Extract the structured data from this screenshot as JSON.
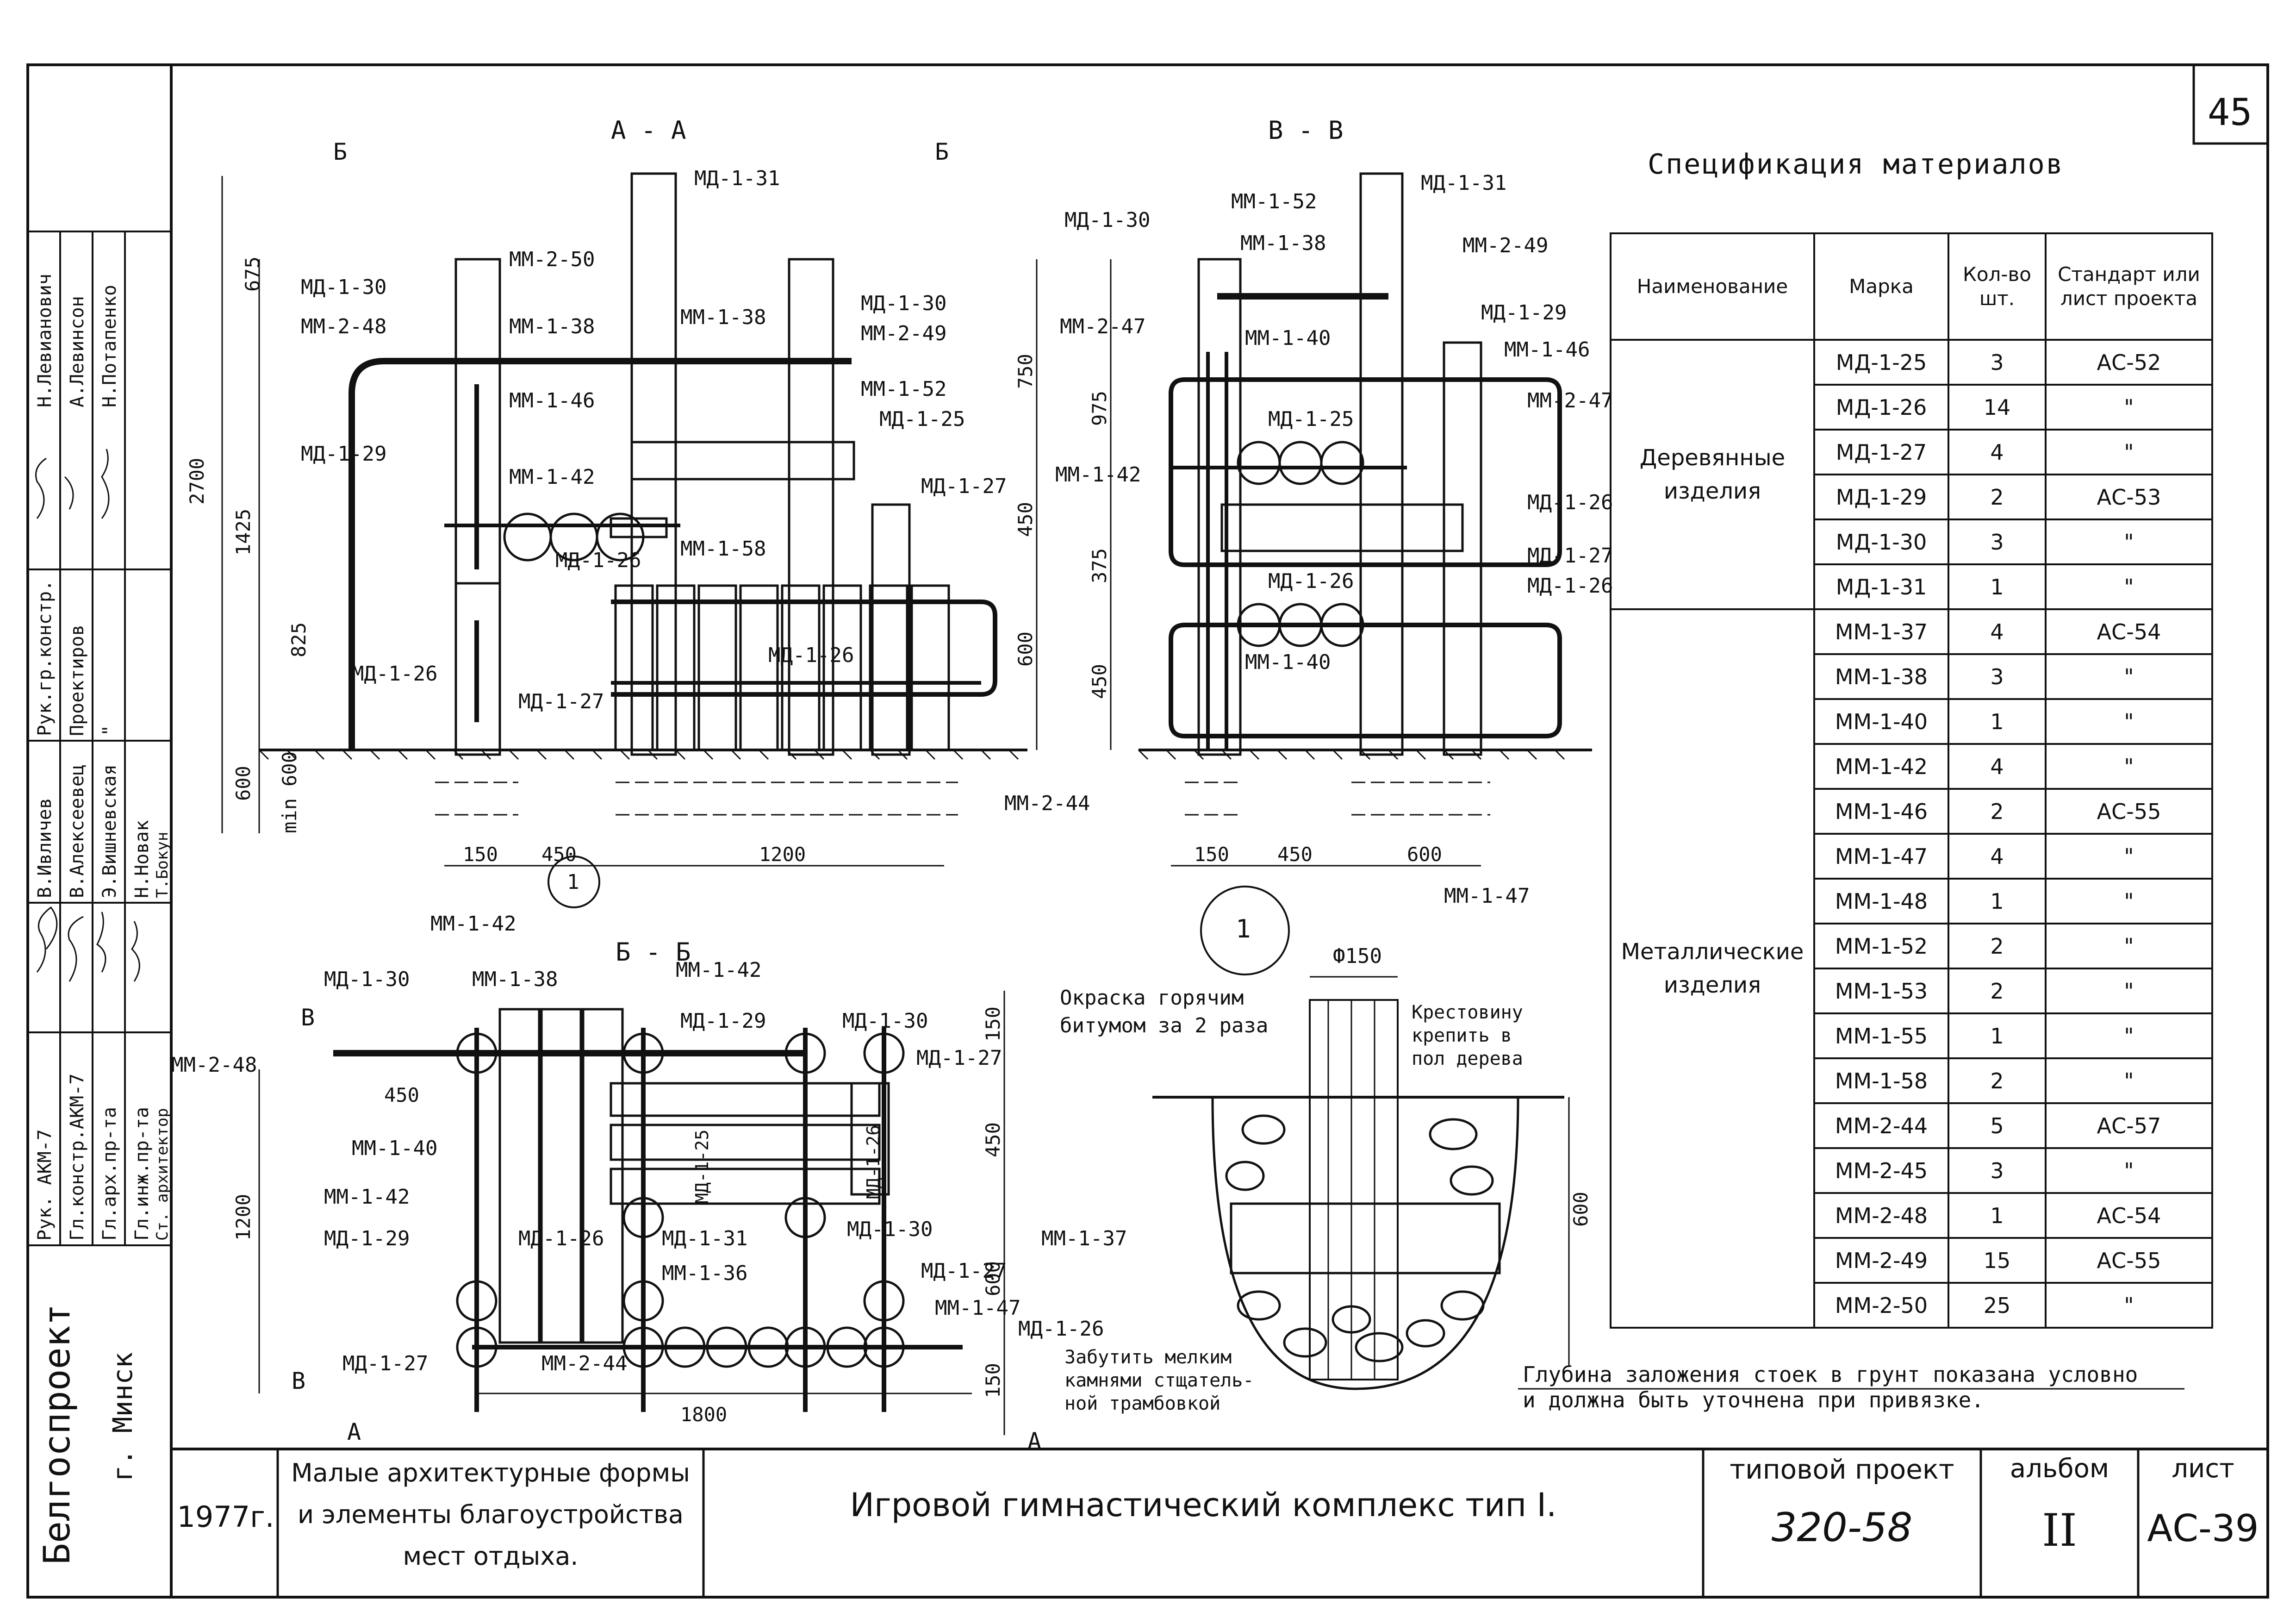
{
  "sheet_number": "45",
  "sections": {
    "aa": "А - А",
    "vv": "В - В",
    "bb": "Б - Б",
    "cut_b_left": "Б",
    "cut_b_right": "Б",
    "cut_v_top": "В",
    "cut_v_bottom": "В",
    "cut_a_left": "А",
    "cut_a_right": "А",
    "node_1": "1"
  },
  "labels_aa": [
    "МД-1-30",
    "ММ-2-48",
    "МД-1-29",
    "МД-1-26",
    "МД-1-31",
    "ММ-2-50",
    "ММ-1-38",
    "ММ-1-46",
    "ММ-1-42",
    "МД-1-26",
    "ММ-1-38",
    "МД-1-30",
    "ММ-2-49",
    "ММ-1-52",
    "МД-1-25",
    "МД-1-27",
    "ММ-1-58",
    "МД-1-26",
    "МД-1-27",
    "ММ-2-44"
  ],
  "dims_aa": [
    "675",
    "2700",
    "1425",
    "825",
    "600",
    "min 600",
    "150",
    "450",
    "1200"
  ],
  "labels_vv": [
    "МД-1-30",
    "ММ-1-52",
    "ММ-1-38",
    "МД-1-31",
    "ММ-2-49",
    "ММ-2-47",
    "ММ-1-40",
    "МД-1-29",
    "ММ-1-46",
    "МД-1-25",
    "ММ-2-47",
    "ММ-1-42",
    "МД-1-26",
    "МД-1-26",
    "МД-1-27",
    "МД-1-26",
    "ММ-1-40",
    "ММ-1-47"
  ],
  "dims_vv": [
    "750",
    "975",
    "450",
    "375",
    "600",
    "450",
    "150",
    "450",
    "600"
  ],
  "labels_bb": [
    "ММ-1-42",
    "МД-1-30",
    "ММ-1-38",
    "ММ-1-42",
    "МД-1-29",
    "МД-1-30",
    "ММ-2-48",
    "МД-1-27",
    "ММ-1-40",
    "МД-1-25",
    "МД-1-26",
    "ММ-1-42",
    "МД-1-31",
    "МД-1-30",
    "ММ-1-37",
    "МД-1-29",
    "МД-1-26",
    "ММ-1-36",
    "МД-1-27",
    "ММ-1-47",
    "МД-1-26",
    "МД-1-27",
    "ММ-2-44"
  ],
  "dims_bb": [
    "450",
    "1200",
    "150",
    "450",
    "600",
    "150",
    "1800"
  ],
  "detail": {
    "diameter": "Ф150",
    "note_left": [
      "Окраска горячим",
      "битумом за 2 раза"
    ],
    "note_right": [
      "Крестовину",
      "крепить в",
      "пол дерева"
    ],
    "note_bottom": [
      "Забутить мелким",
      "камнями стщатель-",
      "ной трамбовкой"
    ],
    "depth": "600"
  },
  "depth_note": [
    "Глубина заложения стоек в грунт показана условно",
    "и должна быть уточнена при привязке."
  ],
  "spec": {
    "title": "Спецификация материалов",
    "headers": [
      "Наименование",
      "Марка",
      "Кол-во шт.",
      "Стандарт или лист проекта"
    ],
    "group_wood": "Деревянные изделия",
    "group_metal": "Металлические изделия",
    "rows_wood": [
      {
        "mark": "МД-1-25",
        "qty": "3",
        "std": "АС-52"
      },
      {
        "mark": "МД-1-26",
        "qty": "14",
        "std": "\""
      },
      {
        "mark": "МД-1-27",
        "qty": "4",
        "std": "\""
      },
      {
        "mark": "МД-1-29",
        "qty": "2",
        "std": "АС-53"
      },
      {
        "mark": "МД-1-30",
        "qty": "3",
        "std": "\""
      },
      {
        "mark": "МД-1-31",
        "qty": "1",
        "std": "\""
      }
    ],
    "rows_metal": [
      {
        "mark": "ММ-1-37",
        "qty": "4",
        "std": "АС-54"
      },
      {
        "mark": "ММ-1-38",
        "qty": "3",
        "std": "\""
      },
      {
        "mark": "ММ-1-40",
        "qty": "1",
        "std": "\""
      },
      {
        "mark": "ММ-1-42",
        "qty": "4",
        "std": "\""
      },
      {
        "mark": "ММ-1-46",
        "qty": "2",
        "std": "АС-55"
      },
      {
        "mark": "ММ-1-47",
        "qty": "4",
        "std": "\""
      },
      {
        "mark": "ММ-1-48",
        "qty": "1",
        "std": "\""
      },
      {
        "mark": "ММ-1-52",
        "qty": "2",
        "std": "\""
      },
      {
        "mark": "ММ-1-53",
        "qty": "2",
        "std": "\""
      },
      {
        "mark": "ММ-1-55",
        "qty": "1",
        "std": "\""
      },
      {
        "mark": "ММ-1-58",
        "qty": "2",
        "std": "\""
      },
      {
        "mark": "ММ-2-44",
        "qty": "5",
        "std": "АС-57"
      },
      {
        "mark": "ММ-2-45",
        "qty": "3",
        "std": "\""
      },
      {
        "mark": "ММ-2-48",
        "qty": "1",
        "std": "АС-54"
      },
      {
        "mark": "ММ-2-49",
        "qty": "15",
        "std": "АС-55"
      },
      {
        "mark": "ММ-2-50",
        "qty": "25",
        "std": "\""
      }
    ]
  },
  "title_block": {
    "year": "1977г.",
    "series": [
      "Малые архитектурные формы",
      "и элементы благоустройства",
      "мест отдыха."
    ],
    "name": "Игровой гимнастический комплекс тип I.",
    "project_label": "типовой проект",
    "project_value": "320-58",
    "album_label": "альбом",
    "album_value": "II",
    "sheet_label": "лист",
    "sheet_value": "АС-39"
  },
  "side_stamp": {
    "org": "Белгоспроект",
    "city": "г. Минск",
    "roles": [
      "Рук. АКМ-7",
      "Гл.констр.АКМ-7",
      "Гл.арх.пр-та",
      "Гл.инж.пр-та",
      "Ст. архитектор"
    ],
    "names": [
      "В.Ивличев",
      "В.Алексеевец",
      "Э.Вишневская",
      "Н.Новак",
      "Т.Бокун"
    ],
    "roles2": [
      "Рук.гр.констр.",
      "Проектиров",
      "\""
    ],
    "names2": [
      "Н.Левианович",
      "А.Левинсон",
      "Н.Потапенко"
    ]
  }
}
